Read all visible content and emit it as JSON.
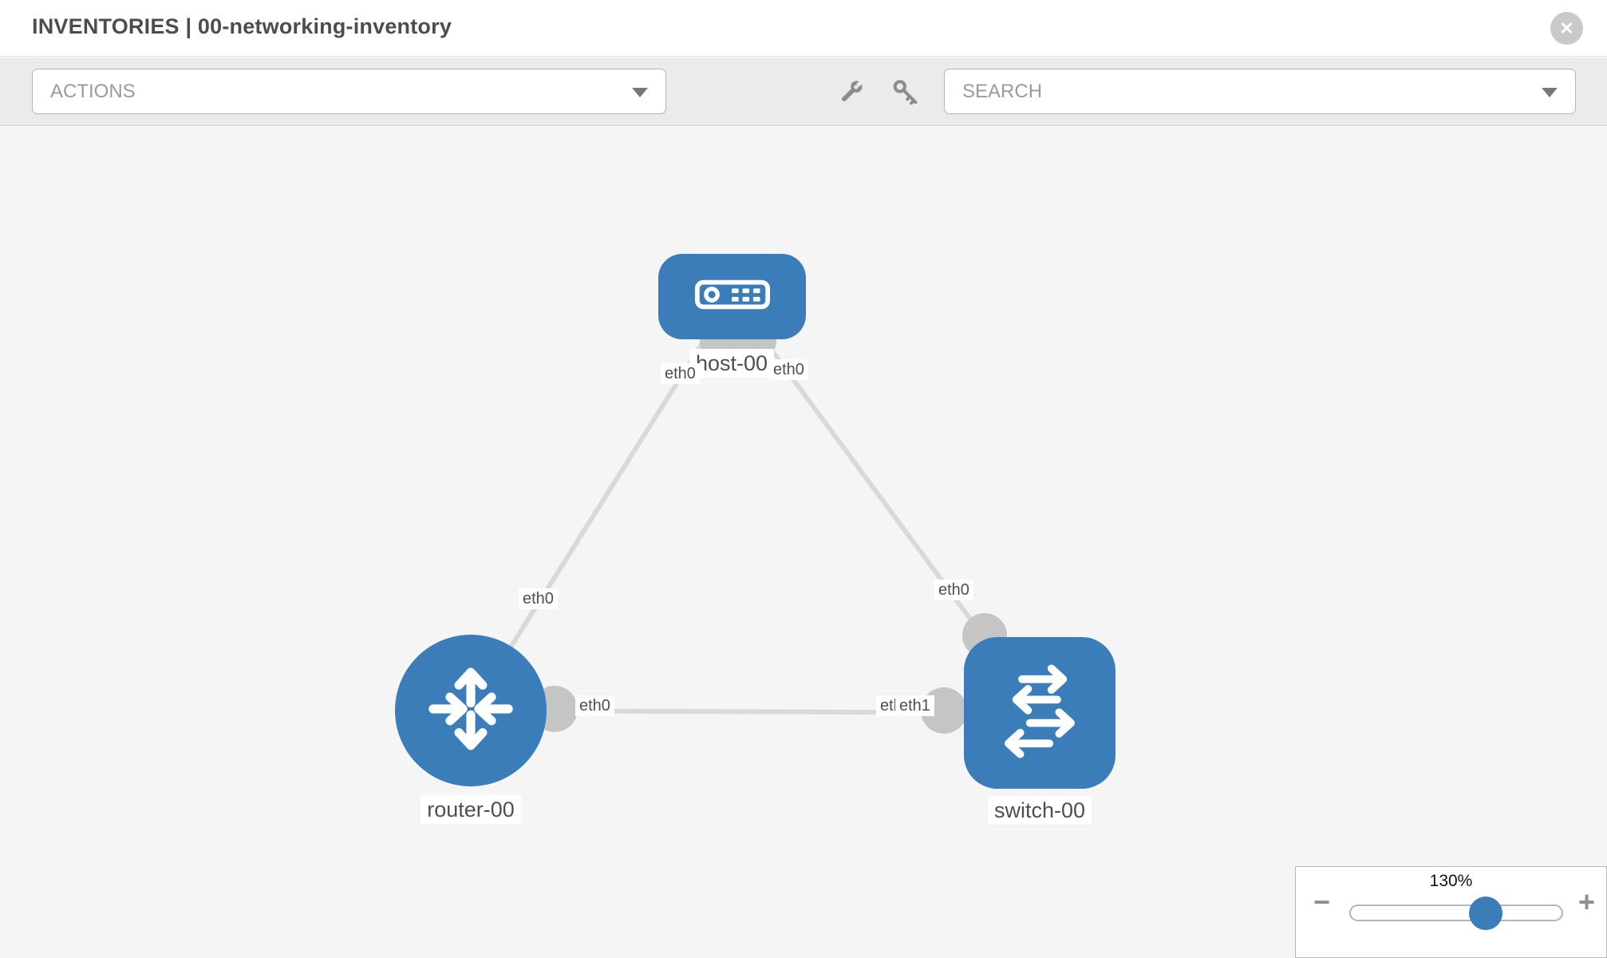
{
  "header": {
    "title": "INVENTORIES | 00-networking-inventory",
    "close_icon_glyph": "✕"
  },
  "toolbar": {
    "actions_label": "ACTIONS",
    "search_placeholder": "SEARCH",
    "tool_icons": [
      "wrench-icon",
      "key-icon"
    ]
  },
  "topology": {
    "nodes": [
      {
        "id": "host-00",
        "label": "host-00",
        "type": "host",
        "shape": "rounded-rect"
      },
      {
        "id": "router-00",
        "label": "router-00",
        "type": "router",
        "shape": "circle"
      },
      {
        "id": "switch-00",
        "label": "switch-00",
        "type": "switch",
        "shape": "rounded-square"
      }
    ],
    "links": [
      {
        "from": "host-00",
        "from_if": "eth0",
        "to": "router-00",
        "to_if": "eth0"
      },
      {
        "from": "host-00",
        "from_if": "eth0",
        "to": "switch-00",
        "to_if": "eth0"
      },
      {
        "from": "router-00",
        "from_if": "eth0",
        "to": "switch-00",
        "to_if": "eth1"
      }
    ],
    "interface_labels": [
      {
        "text": "eth0",
        "node": "host-00",
        "position": "bottom-left"
      },
      {
        "text": "eth0",
        "node": "host-00",
        "position": "bottom-right"
      },
      {
        "text": "eth0",
        "node": "router-00",
        "position": "top"
      },
      {
        "text": "eth0",
        "node": "switch-00",
        "position": "top"
      },
      {
        "text": "eth0",
        "node": "router-00",
        "position": "right"
      },
      {
        "text": "eth0",
        "node": "switch-00",
        "position": "left-overlapped"
      },
      {
        "text": "eth1",
        "node": "switch-00",
        "position": "left"
      }
    ]
  },
  "zoom_control": {
    "level": "130%",
    "minus_glyph": "−",
    "plus_glyph": "+",
    "slider_value_percent": 64
  },
  "colors": {
    "node_blue": "#3b7db8",
    "link_gray": "#d9d9d9",
    "interface_gray": "#c5c5c5"
  }
}
